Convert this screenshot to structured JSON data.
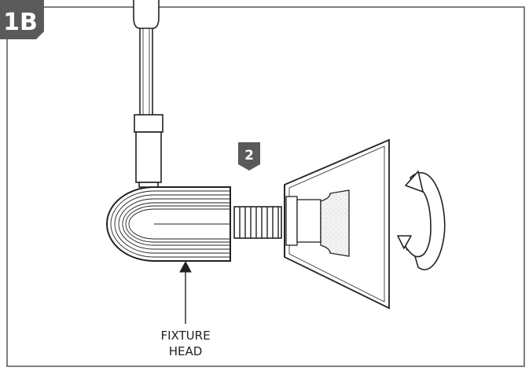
{
  "panel": {
    "id_label": "1B",
    "step_number": "2",
    "callout_line1": "FIXTURE",
    "callout_line2": "HEAD",
    "tag_color": "#5a5a5a",
    "line_color": "#222222",
    "frame_color": "#555555"
  },
  "icons": {
    "rotation": "clockwise-rotate-arrow-icon",
    "callout": "arrow-up-icon"
  }
}
